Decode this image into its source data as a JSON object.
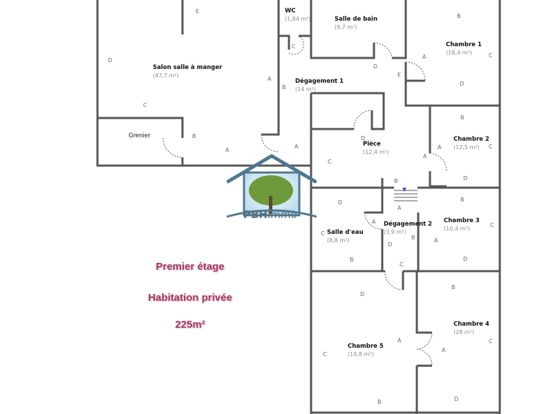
{
  "rooms": {
    "salon": {
      "name": "Salon salle à manger",
      "area": "(47,7 m²)"
    },
    "grenier": {
      "name": "Grenier"
    },
    "wc": {
      "name": "WC",
      "area": "(1,84 m²)"
    },
    "sdb": {
      "name": "Salle de bain",
      "area": "(9,7 m²)"
    },
    "ch1": {
      "name": "Chambre 1",
      "area": "(18,4 m²)"
    },
    "deg1": {
      "name": "Dégagement 1",
      "area": "(14 m²)"
    },
    "piece": {
      "name": "Pièce",
      "area": "(12,4 m²)"
    },
    "ch2": {
      "name": "Chambre 2",
      "area": "(12,5 m²)"
    },
    "sde": {
      "name": "Salle d'eau",
      "area": "(8,8 m²)"
    },
    "deg2": {
      "name": "Dégagement 2",
      "area": "(3,9 m²)"
    },
    "ch3": {
      "name": "Chambre 3",
      "area": "(10,4 m²)"
    },
    "ch4": {
      "name": "Chambre 4",
      "area": "(28 m²)"
    },
    "ch5": {
      "name": "Chambre 5",
      "area": "(19,8 m²)"
    }
  },
  "wall_labels": [
    "E",
    "D",
    "A",
    "C",
    "B",
    "A",
    "C",
    "B",
    "A",
    "D",
    "E",
    "B",
    "A",
    "C",
    "D",
    "D",
    "C",
    "A",
    "B",
    "B",
    "A",
    "C",
    "D",
    "D",
    "C",
    "B",
    "A",
    "A",
    "D",
    "B",
    "C",
    "B",
    "C",
    "A",
    "D",
    "D",
    "A",
    "C",
    "B",
    "B",
    "C",
    "A",
    "D"
  ],
  "caption": {
    "line1": "Premier étage",
    "line2": "Habitation privée",
    "line3": "225m²"
  },
  "logo": {
    "brand_bold": "PBH",
    "brand_light": "immo"
  },
  "colors": {
    "wall": "#555555",
    "caption": "#b03060",
    "logo": "#5a7080"
  }
}
